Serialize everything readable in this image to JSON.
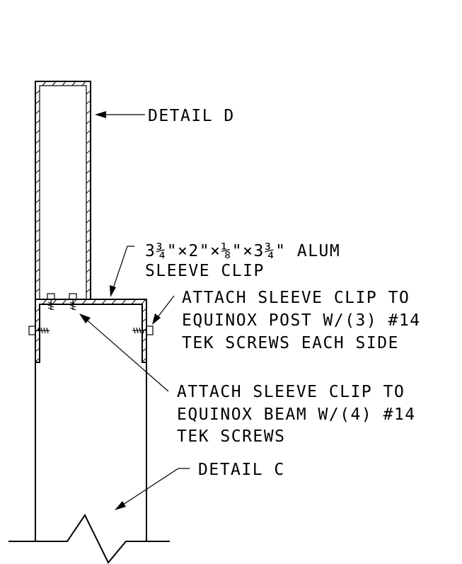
{
  "labels": {
    "detail_d": "DETAIL D",
    "clip_line1": "3¾\"×2\"×⅛\"×3¾\" ALUM",
    "clip_line2": "SLEEVE CLIP",
    "post_line1": "ATTACH SLEEVE CLIP TO",
    "post_line2": "EQUINOX POST W/(3) #14",
    "post_line3": "TEK SCREWS EACH SIDE",
    "beam_line1": "ATTACH SLEEVE CLIP TO",
    "beam_line2": "EQUINOX BEAM W/(4) #14",
    "beam_line3": "TEK SCREWS",
    "detail_c": "DETAIL C"
  }
}
